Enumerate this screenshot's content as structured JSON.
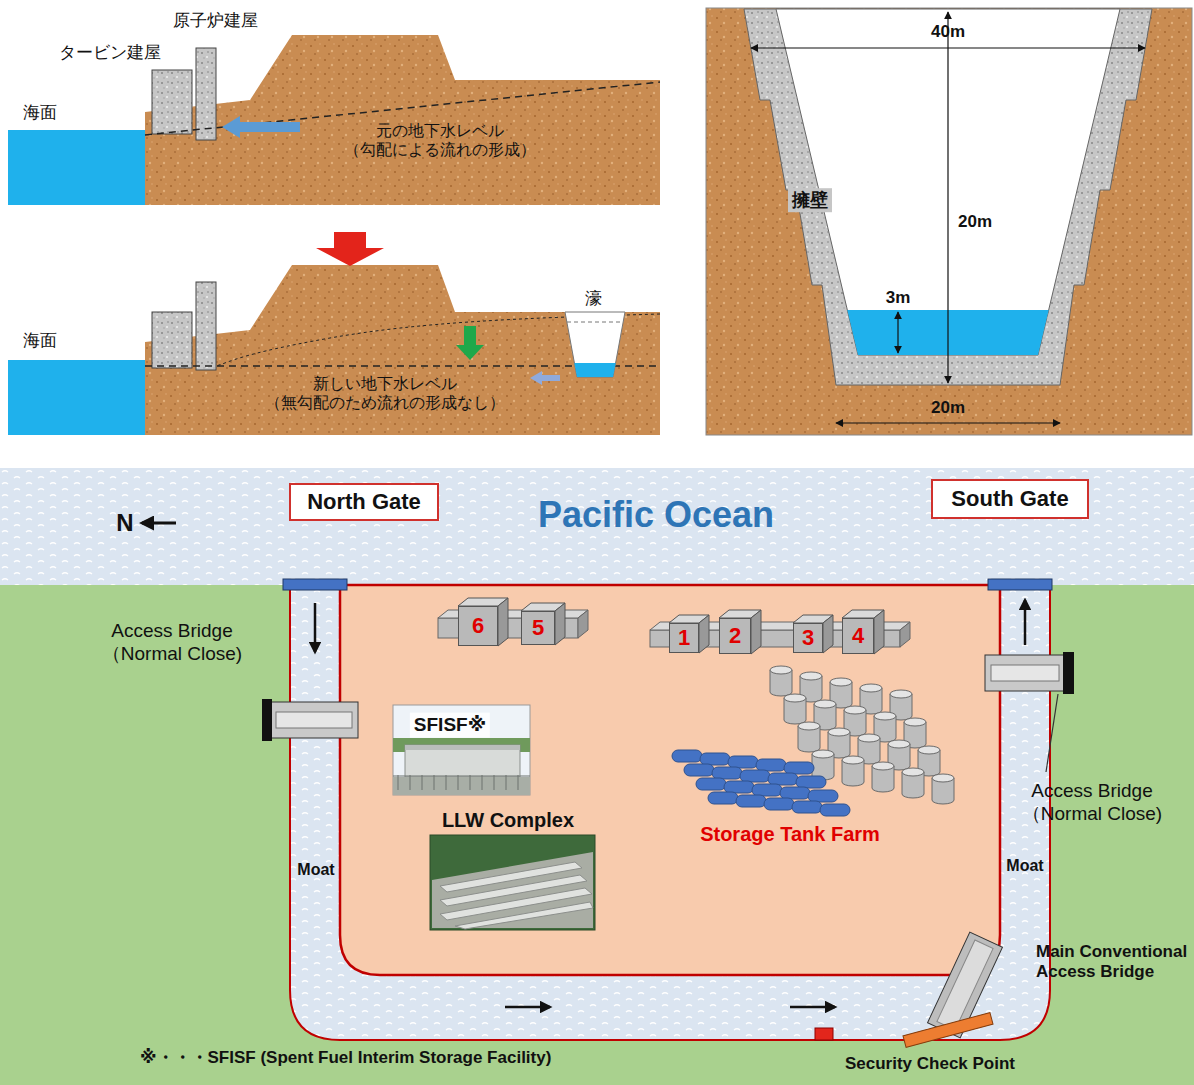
{
  "diagram": {
    "nodes": [
      {
        "text": [
          "North Gate"
        ]
      },
      {
        "text": [
          "South Gate"
        ]
      },
      {
        "text": [
          "6"
        ]
      },
      {
        "text": [
          "5"
        ]
      },
      {
        "text": [
          "1"
        ]
      },
      {
        "text": [
          "2"
        ]
      },
      {
        "text": [
          "3"
        ]
      },
      {
        "text": [
          "4"
        ]
      }
    ],
    "labels": [
      "タービン建屋",
      "原子炉建屋",
      "海面",
      "元の地下水レベル （勾配による流れの形成）",
      "海面",
      "濠",
      "新しい地下水レベル （無勾配のため流れの形成なし）",
      "40m",
      "擁壁",
      "20m",
      "3m",
      "20m",
      "Pacific Ocean",
      "N",
      "Access Bridge （Normal Close)",
      "SFISF※",
      "LLW Complex",
      "Storage Tank Farm",
      "Access Bridge （Normal Close)",
      "Moat",
      "Moat",
      "Main Conventional Access Bridge",
      "Security Check Point",
      "※・・・SFISF (Spent Fuel Interim Storage Facility)"
    ]
  }
}
